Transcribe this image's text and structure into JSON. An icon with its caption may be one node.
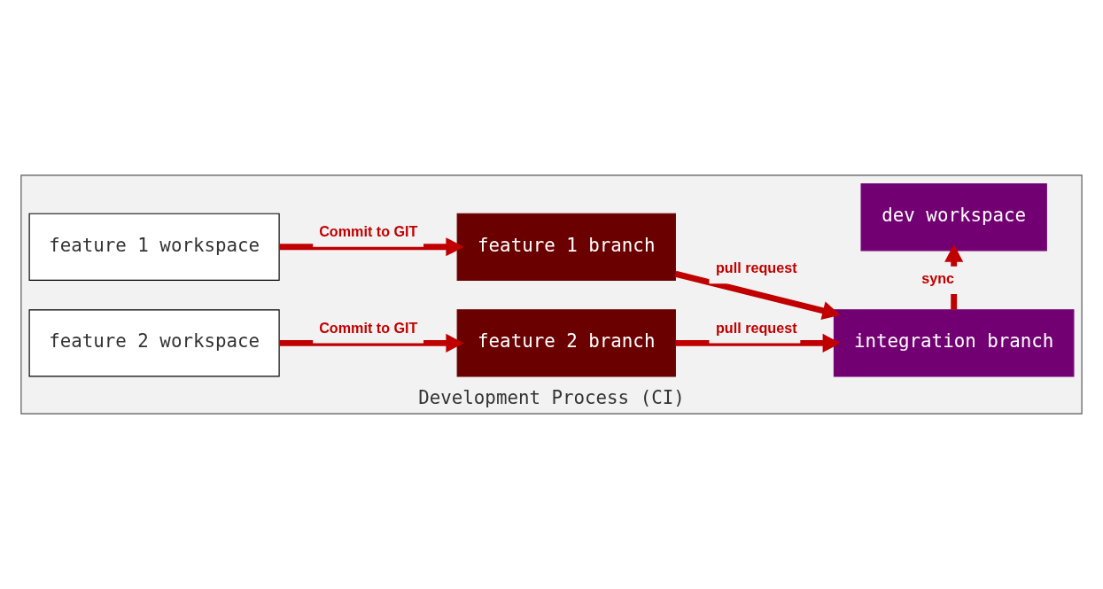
{
  "diagram": {
    "nodes": [
      {
        "text": [
          "Development Process (CI)"
        ]
      },
      {
        "text": [
          "feature 1 workspace"
        ],
        "in": 0
      },
      {
        "text": [
          "feature 1 branch"
        ],
        "in": 0
      },
      {
        "text": [
          "feature 2 workspace"
        ],
        "in": 0
      },
      {
        "text": [
          "feature 2 branch"
        ],
        "in": 0
      },
      {
        "text": [
          "dev workspace"
        ],
        "in": 0
      },
      {
        "text": [
          "integration branch"
        ],
        "in": 0
      }
    ],
    "edges": [
      {
        "from": 1,
        "to": 2,
        "arrow": "to",
        "label": "Commit to GIT"
      },
      {
        "from": 3,
        "to": 4,
        "arrow": "to",
        "label": "Commit to GIT"
      },
      {
        "from": 2,
        "to": 6,
        "arrow": "to",
        "label": "pull request"
      },
      {
        "from": 4,
        "to": 6,
        "arrow": "to",
        "label": "pull request"
      },
      {
        "from": 6,
        "to": 5,
        "arrow": "to",
        "label": "sync"
      }
    ]
  }
}
